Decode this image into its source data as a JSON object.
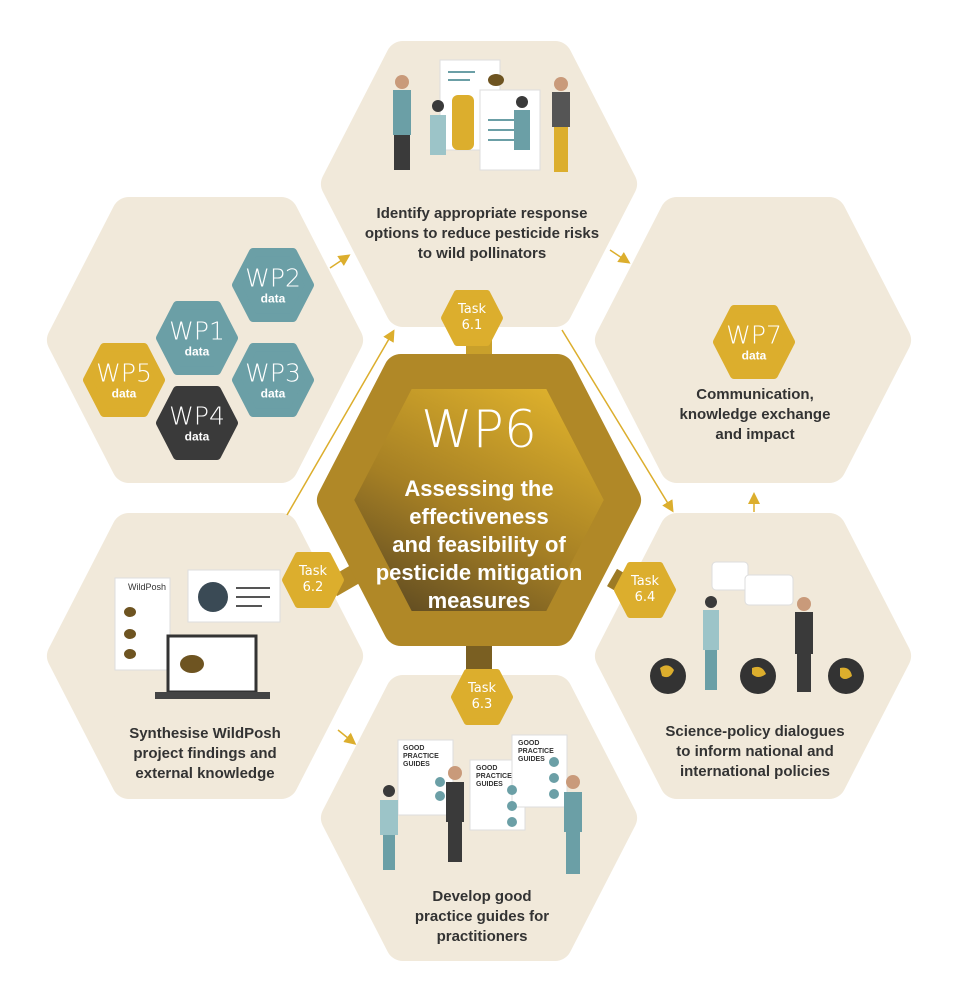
{
  "colors": {
    "cream": "#f1e9da",
    "gold": "#dcae2d",
    "teal": "#6b9fa6",
    "dark": "#3a3a3a",
    "brown": "#6e5421"
  },
  "center": {
    "title": "WP6",
    "subtitle_lines": [
      "Assessing the",
      "effectiveness",
      "and feasibility of",
      "pesticide mitigation",
      "measures"
    ]
  },
  "tasks": [
    {
      "label": "Task",
      "number": "6.1"
    },
    {
      "label": "Task",
      "number": "6.2"
    },
    {
      "label": "Task",
      "number": "6.3"
    },
    {
      "label": "Task",
      "number": "6.4"
    }
  ],
  "data_packages": [
    {
      "name": "WP1",
      "sub": "data"
    },
    {
      "name": "WP2",
      "sub": "data"
    },
    {
      "name": "WP3",
      "sub": "data"
    },
    {
      "name": "WP4",
      "sub": "data"
    },
    {
      "name": "WP5",
      "sub": "data"
    }
  ],
  "wp7": {
    "name": "WP7",
    "sub": "data"
  },
  "sections": {
    "top": [
      "Identify appropriate response",
      "options to reduce pesticide risks",
      "to wild pollinators"
    ],
    "top_right": [
      "Communication,",
      "knowledge exchange",
      "and impact"
    ],
    "bottom_left": [
      "Synthesise WildPosh",
      "project findings and",
      "external knowledge"
    ],
    "bottom_right": [
      "Science-policy dialogues",
      "to inform national and",
      "international policies"
    ],
    "bottom": [
      "Develop good",
      "practice guides for",
      "practitioners"
    ]
  },
  "illustration_text": {
    "logo": "WildPosh",
    "guide_lines": [
      "GOOD",
      "PRACTICE",
      "GUIDES"
    ]
  }
}
